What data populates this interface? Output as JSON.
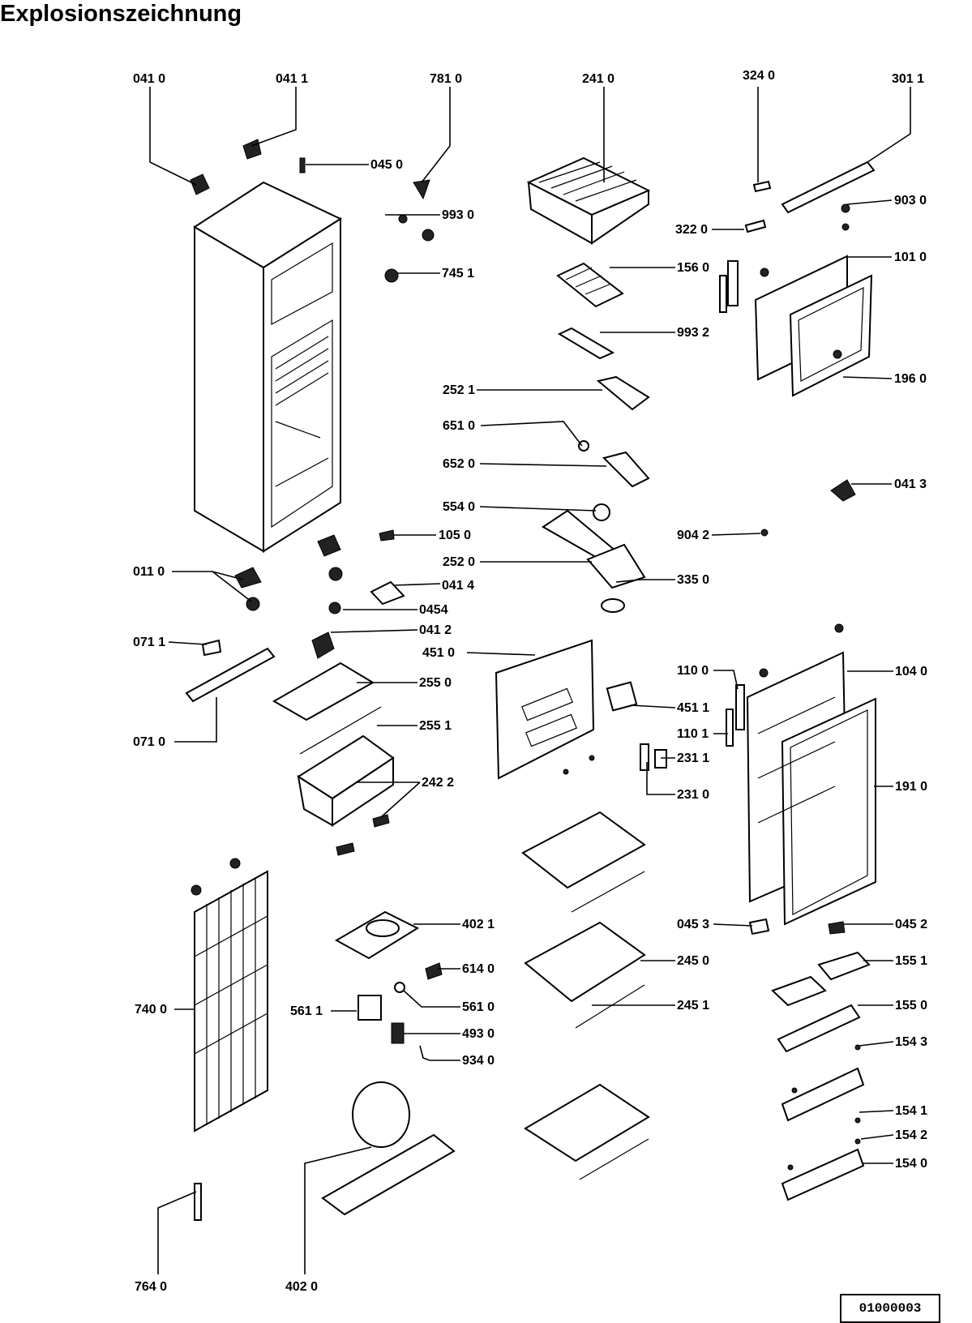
{
  "title": "Explosionszeichnung",
  "doc_id": "01000003",
  "labels": {
    "l0410": "041 0",
    "l0411": "041 1",
    "l7810": "781 0",
    "l2410": "241 0",
    "l3240": "324 0",
    "l3011": "301 1",
    "l0450": "045 0",
    "l9930": "993 0",
    "l9030": "903 0",
    "l3220": "322 0",
    "l7451": "745 1",
    "l1560": "156 0",
    "l1010": "101 0",
    "l9932": "993 2",
    "l2521": "252 1",
    "l1960": "196 0",
    "l6510": "651 0",
    "l6520": "652 0",
    "l0413": "041 3",
    "l5540": "554 0",
    "l1050": "105 0",
    "l9042": "904 2",
    "l0110": "011 0",
    "l2520": "252 0",
    "l0414": "041 4",
    "l3350": "335 0",
    "l0454": "0454",
    "l0412": "041 2",
    "l0711": "071 1",
    "l4510": "451 0",
    "l1100": "110 0",
    "l1040": "104 0",
    "l2550": "255 0",
    "l4511": "451 1",
    "l2551": "255 1",
    "l1101": "110 1",
    "l0710": "071 0",
    "l2311": "231 1",
    "l2422": "242 2",
    "l2310": "231 0",
    "l1910": "191 0",
    "l4021": "402 1",
    "l0453": "045 3",
    "l0452": "045 2",
    "l6140": "614 0",
    "l2450": "245 0",
    "l1551": "155 1",
    "l7400": "740 0",
    "l5611": "561 1",
    "l5610": "561 0",
    "l2451": "245 1",
    "l1550": "155 0",
    "l4930": "493 0",
    "l1543": "154 3",
    "l9340": "934 0",
    "l1541": "154 1",
    "l1542": "154 2",
    "l1540": "154 0",
    "l7640": "764 0",
    "l4020": "402 0"
  }
}
